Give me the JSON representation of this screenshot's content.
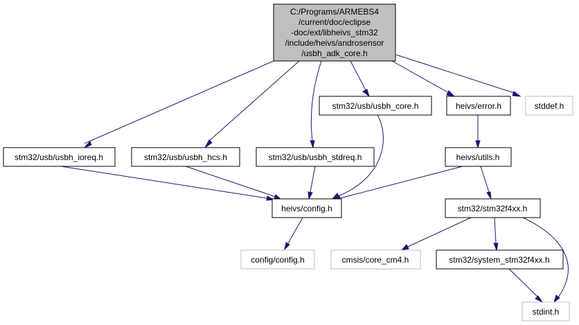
{
  "graph": {
    "root": {
      "lines": [
        "C:/Programs/ARMEBS4",
        "/current/doc/eclipse",
        "-doc/ext/libheivs_stm32",
        "/include/heivs/androsensor",
        "/usbh_adk_core.h"
      ]
    },
    "nodes": {
      "usbh_core": "stm32/usb/usbh_core.h",
      "error": "heivs/error.h",
      "stddef": "stddef.h",
      "usbh_ioreq": "stm32/usb/usbh_ioreq.h",
      "usbh_hcs": "stm32/usb/usbh_hcs.h",
      "usbh_stdreq": "stm32/usb/usbh_stdreq.h",
      "utils": "heivs/utils.h",
      "heivs_config": "heivs/config.h",
      "stm32f4xx": "stm32/stm32f4xx.h",
      "config_config": "config/config.h",
      "core_cm4": "cmsis/core_cm4.h",
      "system_stm32f4xx": "stm32/system_stm32f4xx.h",
      "stdint": "stdint.h"
    },
    "colors": {
      "edge": "#191970",
      "root_fill": "#bfbfbf",
      "node_border": "#000000",
      "external_border": "#bfbfbf",
      "text": "#000000"
    }
  }
}
